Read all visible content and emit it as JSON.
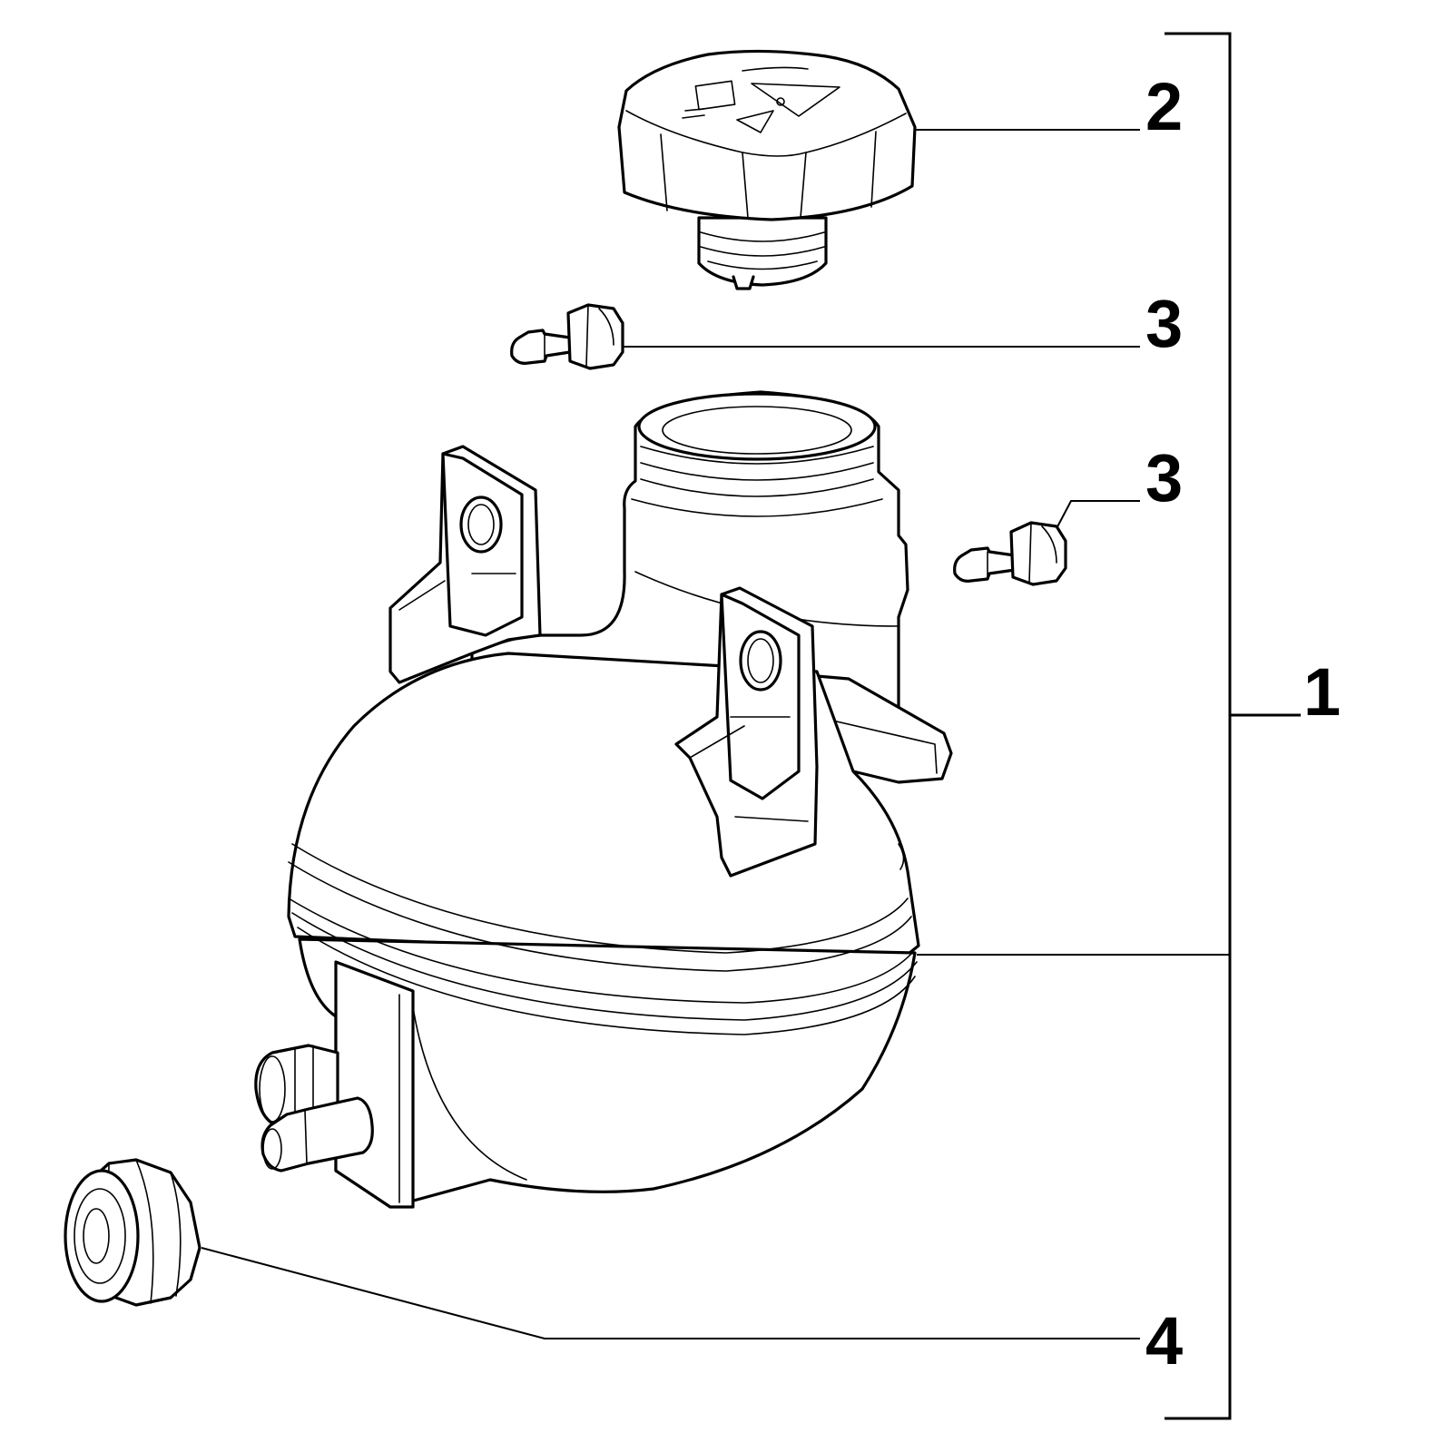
{
  "callouts": {
    "bracket_main": "1",
    "cap": "2",
    "bolt_upper": "3",
    "bolt_lower": "3",
    "grommet": "4"
  },
  "icons": [
    "expansion-tank",
    "pressure-cap",
    "mounting-bolt",
    "rubber-grommet"
  ],
  "colors": {
    "line": "#000000",
    "background": "#ffffff"
  }
}
